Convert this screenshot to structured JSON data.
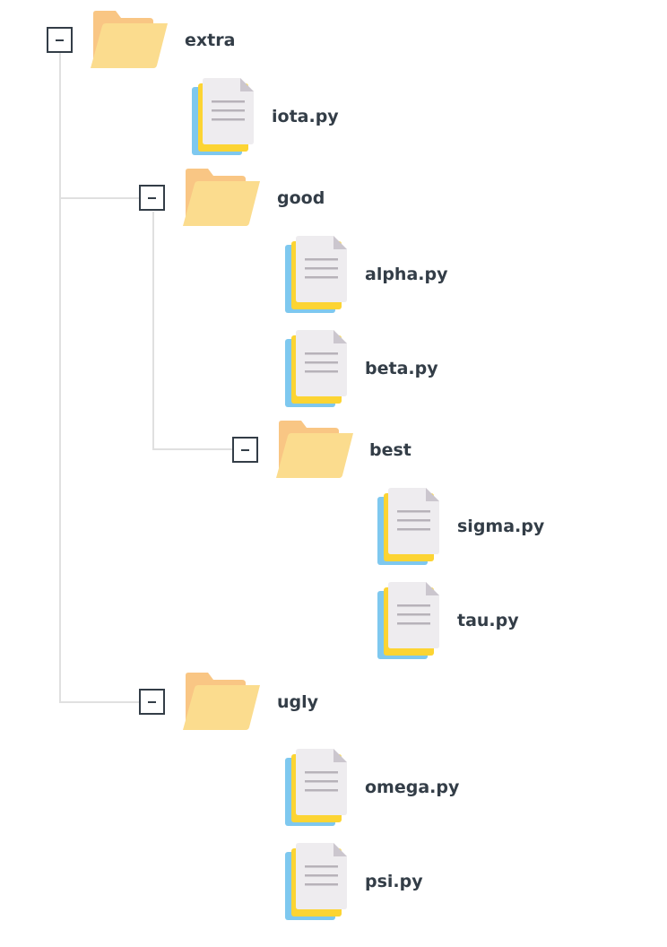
{
  "tree": {
    "root": {
      "label": "extra",
      "expanded": true,
      "toggle_symbol": "minus",
      "icon": "folder-icon"
    },
    "nodes": {
      "iota": {
        "label": "iota.py",
        "icon": "python-file-icon"
      },
      "good": {
        "label": "good",
        "expanded": true,
        "toggle_symbol": "minus",
        "icon": "folder-icon"
      },
      "alpha": {
        "label": "alpha.py",
        "icon": "python-file-icon"
      },
      "beta": {
        "label": "beta.py",
        "icon": "python-file-icon"
      },
      "best": {
        "label": "best",
        "expanded": true,
        "toggle_symbol": "minus",
        "icon": "folder-icon"
      },
      "sigma": {
        "label": "sigma.py",
        "icon": "python-file-icon"
      },
      "tau": {
        "label": "tau.py",
        "icon": "python-file-icon"
      },
      "ugly": {
        "label": "ugly",
        "expanded": true,
        "toggle_symbol": "minus",
        "icon": "folder-icon"
      },
      "omega": {
        "label": "omega.py",
        "icon": "python-file-icon"
      },
      "psi": {
        "label": "psi.py",
        "icon": "python-file-icon"
      }
    }
  },
  "colors": {
    "connector": "#e0e0e0",
    "toggle_border": "#333d47",
    "label_text": "#333d47",
    "folder_back": "#f9c684",
    "folder_front": "#fbdc8e",
    "file_blue": "#7ec8ef",
    "file_yellow": "#fcd433",
    "file_page": "#eeecef",
    "file_fold": "#cbc6ce",
    "file_lines": "#b7b2b9"
  }
}
